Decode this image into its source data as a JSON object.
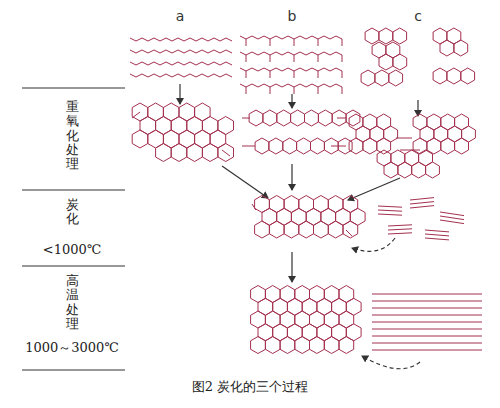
{
  "diagram": {
    "caption": "图2 炭化的三个过程",
    "labels": [
      "a",
      "b",
      "c",
      "重氧化处理",
      "炭化",
      "<1000℃",
      "高温处理",
      "1000～3000℃"
    ]
  }
}
